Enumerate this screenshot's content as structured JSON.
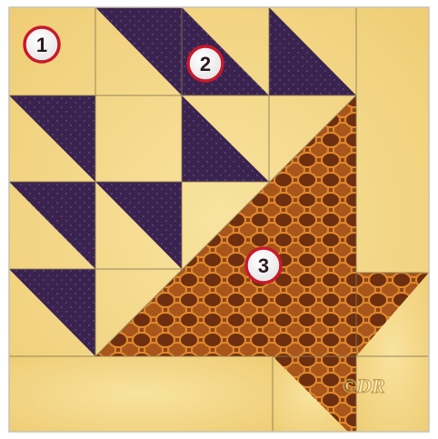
{
  "block": {
    "name": "",
    "colors": {
      "light_fabric": "#f4d98a",
      "light_fabric_shade": "#ecc96a",
      "dark_fabric": "#3b2350",
      "dark_fabric_dot": "#5e4377",
      "brown_fabric": "#a8561c",
      "brown_fabric_dark": "#6e2f10",
      "brown_fabric_light": "#e0892c",
      "seam": "#8a7a52",
      "marker_fill": "#ffffff",
      "marker_ring": "#c8192b",
      "marker_text": "#2a1a1a"
    }
  },
  "markers": [
    {
      "number": "1"
    },
    {
      "number": "2"
    },
    {
      "number": "3"
    }
  ],
  "watermark": "©DR"
}
